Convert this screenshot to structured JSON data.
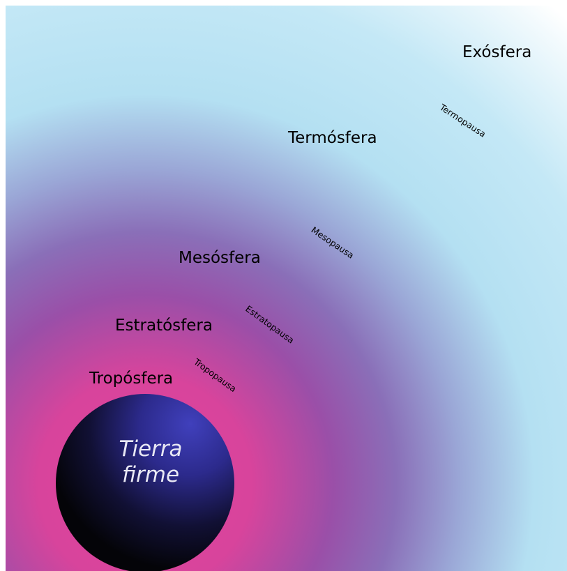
{
  "diagram": {
    "layers": {
      "exosfera": "Exósfera",
      "termosfera": "Termósfera",
      "mesosfera": "Mesósfera",
      "estratosfera": "Estratósfera",
      "troposfera": "Tropósfera"
    },
    "pauses": {
      "termopausa": "Termopausa",
      "mesopausa": "Mesopausa",
      "estratopausa": "Estratopausa",
      "tropopausa": "Tropopausa"
    },
    "earth": {
      "line1": "Tierra",
      "line2": "firme"
    },
    "colors": {
      "troposphere": "#d8449c",
      "stratosphere": "#9a4fa8",
      "mesosphere": "#8c8cc8",
      "thermosphere": "#b4e0f2",
      "exosphere": "#ffffff",
      "earth_light": "#3a3ab0",
      "earth_dark": "#050510"
    }
  }
}
